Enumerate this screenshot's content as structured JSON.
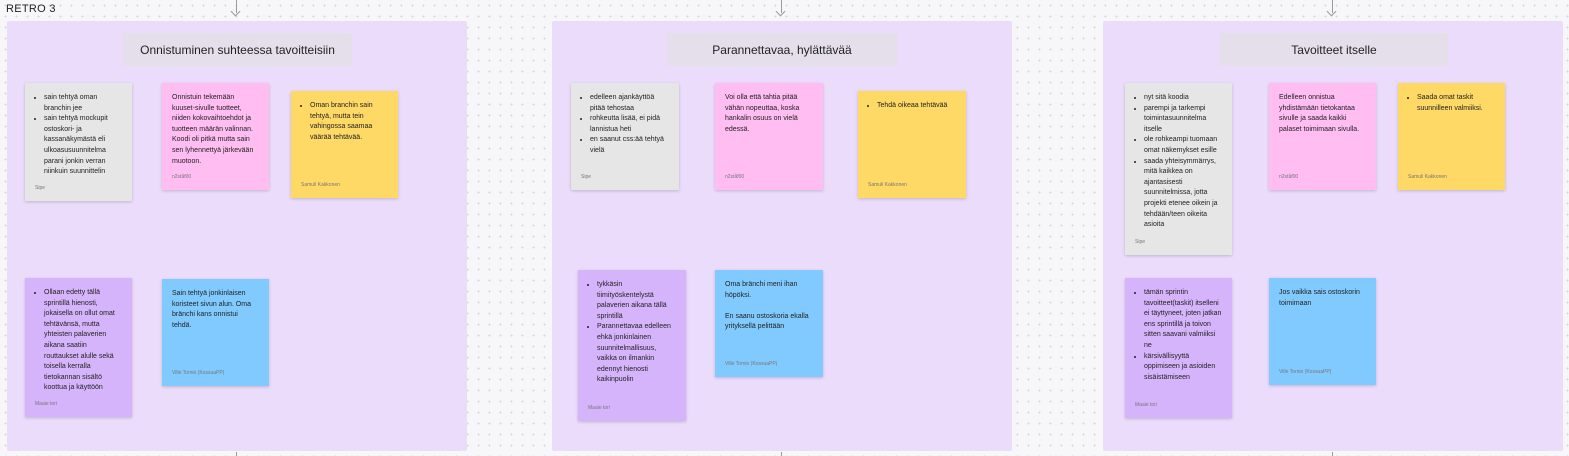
{
  "frame_title": "RETRO 3",
  "columns": [
    {
      "title": "Onnistuminen suhteessa tavoitteisiin",
      "notes": [
        {
          "color": "gray",
          "items": [
            "sain tehtyä oman branchin jee",
            "sain tehtyä mockupit ostoskori- ja kassanäkymästä eli ulkoasusuunnitelma parani jonkin verran niinkuin suunnittelin"
          ],
          "author": "Sipe"
        },
        {
          "color": "pink",
          "text": "Onnistuin tekemään kuuset-sivulle tuotteet, niiden kokovaihtoehdot ja tuotteen määrän valinnan. Koodi oli pitkä mutta sain sen lyhennettyä järkevään muotoon.",
          "author": "n2ståf00"
        },
        {
          "color": "yellow",
          "items": [
            "Oman branchin sain tehtyä, mutta tein vahingossa saamaa väärää tehtävää."
          ],
          "author": "Samuli Kakkonen"
        },
        {
          "color": "purple",
          "items": [
            "Ollaan edetty  tällä sprintillä hienosti, jokaisella on ollut omat tehtävänsä, mutta yhteisten palaverien aikana saatiin routtaukset alulle sekä toisella kerralla tietokannan sisältö koottua ja käyttöön"
          ],
          "author": "Maaie tori"
        },
        {
          "color": "blue",
          "text": "Sain tehtyä jonkinlaisen koristeet sivun alun. Oma bränchi kans onnistui tehdä.",
          "author": "Ville Tornio (KossuaPP)"
        }
      ]
    },
    {
      "title": "Parannettavaa, hylättävää",
      "notes": [
        {
          "color": "gray",
          "items": [
            "edelleen ajankäyttöä pitää tehostaa",
            "rohkeutta  lisää, ei pidä lannistua heti",
            "en saanut css:ää tehtyä vielä"
          ],
          "author": "Sipe"
        },
        {
          "color": "pink",
          "text": "Voi olla että tahtia pitää vähän nopeuttaa, koska hankalin osuus on vielä edessä.",
          "author": "n2ståf00"
        },
        {
          "color": "yellow",
          "items": [
            "Tehdä oikeaa tehtävää"
          ],
          "author": "Samuli Kakkonen"
        },
        {
          "color": "purple",
          "items": [
            "tykkäsin tiimityöskentelystä palaverien aikana tällä sprintillä",
            "Parannettavaa edelleen ehkä jonkinlainen suunnitelmallisuus, vaikka on ilmankin edennyt hienosti kaikinpuolin"
          ],
          "author": "Maaie tori"
        },
        {
          "color": "blue",
          "text": "Oma bränchi meni ihan höpöksi.\n\nEn saanu ostoskoria ekalla yrityksellä pelittään",
          "author": "Ville Tornio (KossuaPP)"
        }
      ]
    },
    {
      "title": "Tavoitteet itselle",
      "notes": [
        {
          "color": "gray",
          "items": [
            "nyt sitä koodia",
            "parempi ja tarkempi toimintasuunnitelma itselle",
            "ole rohkeampi tuomaan omat näkemykset esille",
            "saada yhteisymmärrys, mitä kaikkea on ajantasisesti suunnitelmissa, jotta projekti etenee oikein ja tehdään/teen oikeita asioita"
          ],
          "author": "Sipe"
        },
        {
          "color": "pink",
          "text": "Edelleen onnistua yhdistämään tietokantaa sivulle ja saada kaikki palaset toimimaan sivulla.",
          "author": "n2ståf00"
        },
        {
          "color": "yellow",
          "items": [
            "Saada omat taskit suunnilleen valmiiksi."
          ],
          "author": "Samuli Kakkonen"
        },
        {
          "color": "purple",
          "items": [
            "tämän sprintin tavoitteet(taskit) itselleni ei täyttyneet, joten jatkan ens sprintillä ja toivon sitten saavani valmiiksi ne",
            "kärsivällisyyttä oppimiseen ja asioiden sisäistämiseen"
          ],
          "author": "Maaie tori"
        },
        {
          "color": "blue",
          "text": "Jos vaikka sais ostoskorin toimimaan",
          "author": "Ville Tornio (KossuaPP)"
        }
      ]
    }
  ]
}
